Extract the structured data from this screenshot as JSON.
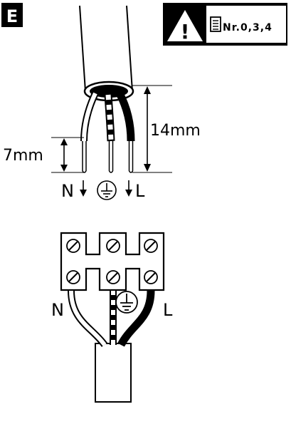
{
  "section_badge": {
    "letter": "E"
  },
  "header": {
    "warning_mark": "!",
    "reference_text": "Nr.0,3,4"
  },
  "stripping_diagram": {
    "sheath_strip_length": "14mm",
    "wire_strip_length": "7mm",
    "neutral_label": "N",
    "live_label": "L"
  },
  "terminal_diagram": {
    "neutral_label": "N",
    "live_label": "L"
  },
  "colors": {
    "ink": "#000000",
    "paper": "#ffffff"
  }
}
